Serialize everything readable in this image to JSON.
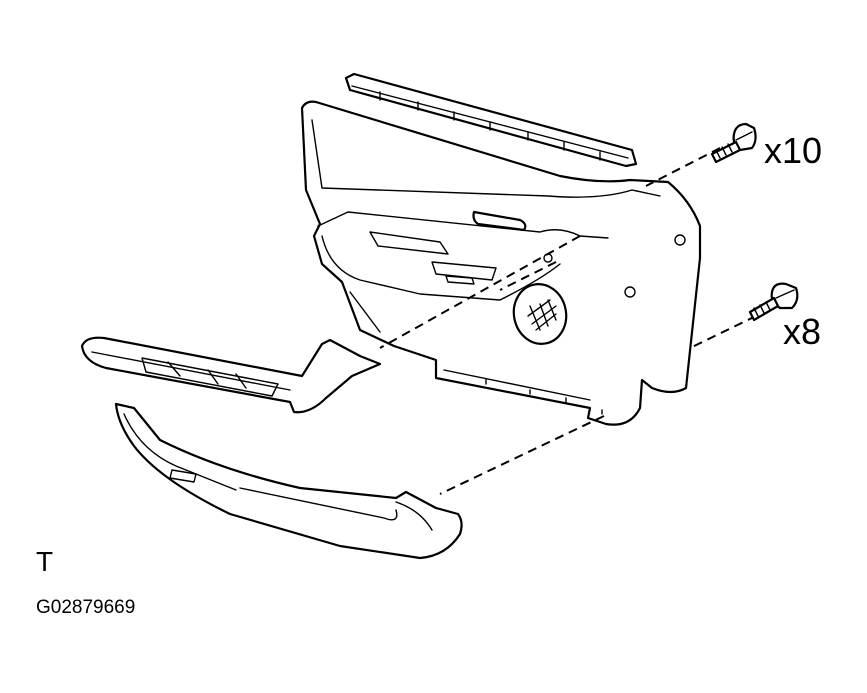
{
  "callouts": {
    "upper_fastener_qty": "x10",
    "lower_fastener_qty": "x8"
  },
  "view_mark": "T",
  "figure_code": "G02879669",
  "icons": [
    "screw-icon",
    "bolt-icon"
  ]
}
